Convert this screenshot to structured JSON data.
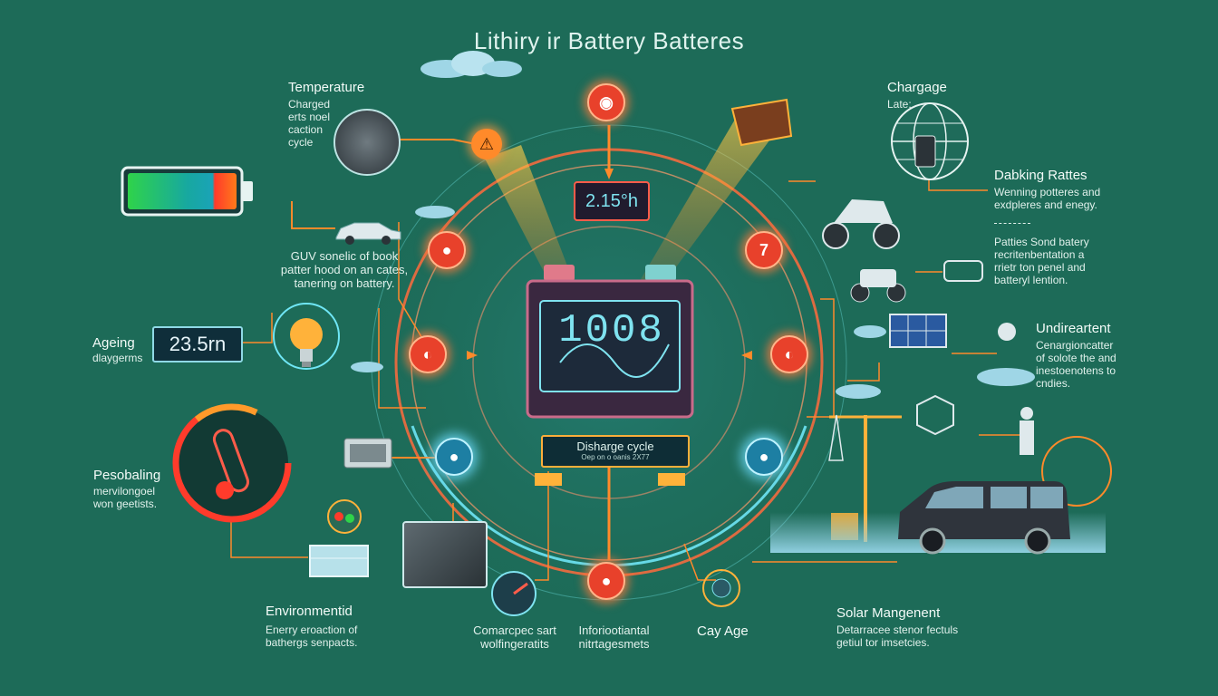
{
  "title": "Lithiry ir Battery Batteres",
  "colors": {
    "background": "#1d6b58",
    "accent_orange": "#ff8a2a",
    "accent_red": "#e8412b",
    "accent_cyan": "#7fe3f0"
  },
  "center": {
    "top_display": "2.15°h",
    "battery_display": "1008",
    "discharge_title": "Disharge cycle",
    "discharge_sub": "Oep on o oanis 2X77"
  },
  "left": {
    "temperature": {
      "heading": "Temperature",
      "lines": [
        "Charged",
        "erts noel",
        "caction",
        "cycle"
      ]
    },
    "guv": {
      "lines": [
        "GUV sonelic of book",
        "patter hood on an cates,",
        "tanering on battery."
      ]
    },
    "aging": {
      "heading": "Ageing",
      "sub": "dlaygerms",
      "value": "23.5rn"
    },
    "pesobaling": {
      "heading": "Pesobaling",
      "lines": [
        "mervilongoel",
        "won geetists."
      ]
    },
    "environment": {
      "heading": "Environmentid",
      "lines": [
        "Enerry eroaction of",
        "bathergs senpacts."
      ]
    }
  },
  "bottom": {
    "item1": {
      "lines": [
        "Comarcpec sart",
        "wolfingeratits"
      ]
    },
    "item2": {
      "lines": [
        "Inforiootiantal",
        "nitrtagesmets"
      ]
    },
    "item3": {
      "heading": "Cay Age"
    }
  },
  "right": {
    "chargage": {
      "heading": "Chargage",
      "sub": "Late:"
    },
    "dabking": {
      "heading": "Dabking Rattes",
      "lines": [
        "Wenning potteres and",
        "exdpleres and enegy."
      ]
    },
    "patties": {
      "lines": [
        "Patties Sond batery",
        "recritenbentation a",
        "rrietr ton penel and",
        "batteryl lention."
      ]
    },
    "undireartent": {
      "heading": "Undireartent",
      "lines": [
        "Cenargioncatter",
        "of solote the and",
        "inestoenotens to",
        "cndies."
      ]
    },
    "solar": {
      "heading": "Solar Mangenent",
      "lines": [
        "Detarracee stenor fectuls",
        "getiul tor imsetcies."
      ]
    }
  },
  "icons": [
    "battery-bar-icon",
    "car-icon",
    "light-bulb-icon",
    "thermometer-icon",
    "globe-icon",
    "motorbike-icon",
    "solar-panel-icon",
    "crane-icon",
    "van-icon",
    "gauge-icon",
    "warning-icon"
  ]
}
